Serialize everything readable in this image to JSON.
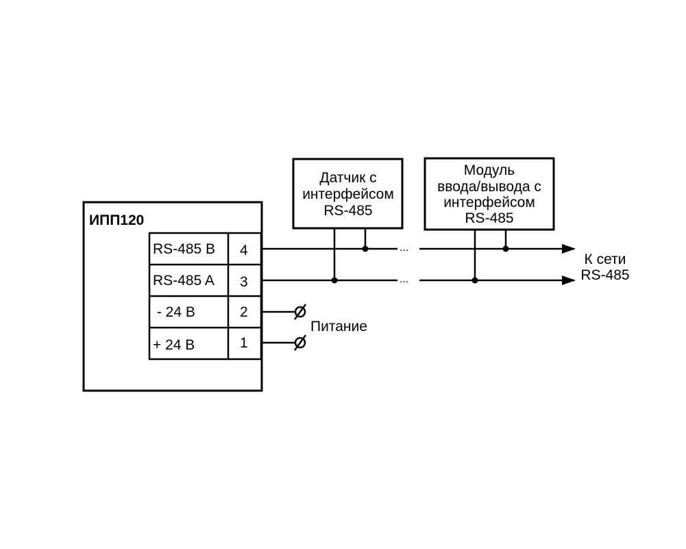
{
  "device": {
    "title": "ИПП120",
    "terminals": [
      {
        "label": "RS-485 B",
        "number": "4"
      },
      {
        "label": "RS-485 A",
        "number": "3"
      },
      {
        "label": " - 24 В",
        "number": "2"
      },
      {
        "label": "+ 24 В",
        "number": "1"
      }
    ]
  },
  "sensor": {
    "lines": [
      "Датчик с",
      "интерфейсом",
      "RS-485"
    ]
  },
  "module": {
    "lines": [
      "Модуль",
      "ввода/вывода с",
      "интерфейсом",
      "RS-485"
    ]
  },
  "ellipsis": "...",
  "power_label": "Питание",
  "network": {
    "lines": [
      "К сети",
      "RS-485"
    ]
  }
}
